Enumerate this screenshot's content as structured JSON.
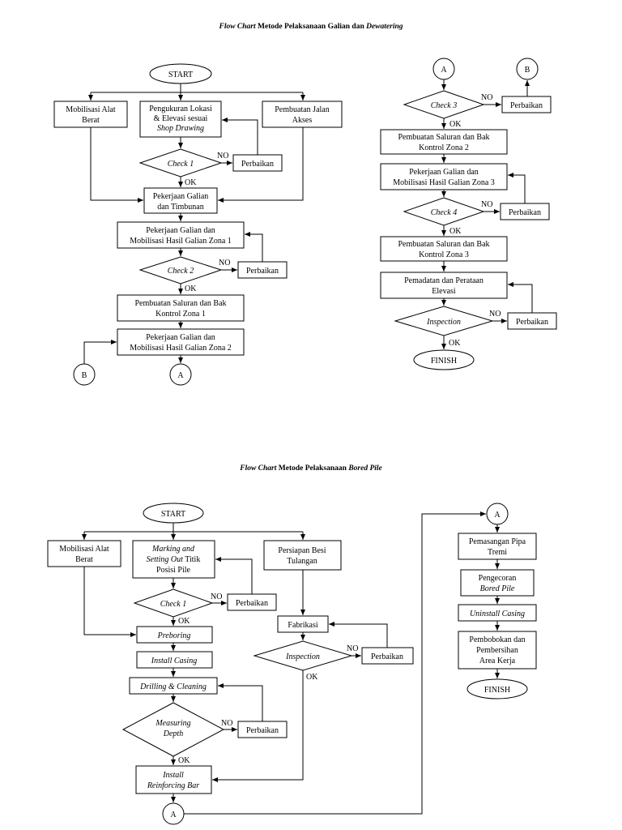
{
  "diagram1": {
    "title_1": "Flow Chart",
    "title_2": " Metode Pelaksanaan Galian dan ",
    "title_3": "Dewatering",
    "start": "START",
    "mobilisasi": [
      "Mobilisasi Alat",
      "Berat"
    ],
    "pengukuran": [
      "Pengukuran Lokasi",
      "& Elevasi sesuai",
      "Shop Drawing"
    ],
    "jalan": [
      "Pembuatan Jalan",
      "Akses"
    ],
    "check1": "Check 1",
    "perbaikan": "Perbaikan",
    "no": "NO",
    "ok": "OK",
    "galian_timbunan": [
      "Pekerjaan Galian",
      "dan Timbunan"
    ],
    "galian_zona1": [
      "Pekerjaan Galian dan",
      "Mobilisasi Hasil Galian Zona 1"
    ],
    "check2": "Check 2",
    "saluran_zona1": [
      "Pembuatan Saluran dan Bak",
      "Kontrol Zona 1"
    ],
    "galian_zona2": [
      "Pekerjaan Galian dan",
      "Mobilisasi Hasil Galian Zona 2"
    ],
    "connector_a": "A",
    "connector_b": "B",
    "check3": "Check 3",
    "saluran_zona2": [
      "Pembuatan Saluran dan Bak",
      "Kontrol Zona 2"
    ],
    "galian_zona3": [
      "Pekerjaan Galian dan",
      "Mobilisasi Hasil Galian Zona 3"
    ],
    "check4": "Check 4",
    "saluran_zona3": [
      "Pembuatan Saluran dan Bak",
      "Kontrol Zona 3"
    ],
    "pemadatan": [
      "Pemadatan dan Perataan",
      "Elevasi"
    ],
    "inspection": "Inspection",
    "finish": "FINISH"
  },
  "diagram2": {
    "title_1": "Flow Chart",
    "title_2": " Metode Pelaksanaan ",
    "title_3": "Bored Pile",
    "start": "START",
    "mobilisasi": [
      "Mobilisasi Alat",
      "Berat"
    ],
    "marking": [
      "Marking and",
      "Setting Out",
      " Titik",
      "Posisi Pile"
    ],
    "besi": [
      "Persiapan Besi",
      "Tulangan"
    ],
    "check1": "Check 1",
    "perbaikan": "Perbaikan",
    "no": "NO",
    "ok": "OK",
    "preboring": "Preboring",
    "fabrikasi": "Fabrikasi",
    "inspection": "Inspection",
    "install_casing": "Install Casing",
    "drilling": "Drilling & Cleaning",
    "measuring": [
      "Measuring",
      "Depth"
    ],
    "reinforcing": [
      "Install",
      "Reinforcing Bar"
    ],
    "connector_a": "A",
    "pipa_tremi": [
      "Pemasangan Pipa",
      "Tremi"
    ],
    "pengecoran": [
      "Pengecoran",
      "Bored Pile"
    ],
    "uninstall": "Uninstall Casing",
    "pembobokan": [
      "Pembobokan dan",
      "Pembersihan",
      "Area Kerja"
    ],
    "finish": "FINISH"
  }
}
